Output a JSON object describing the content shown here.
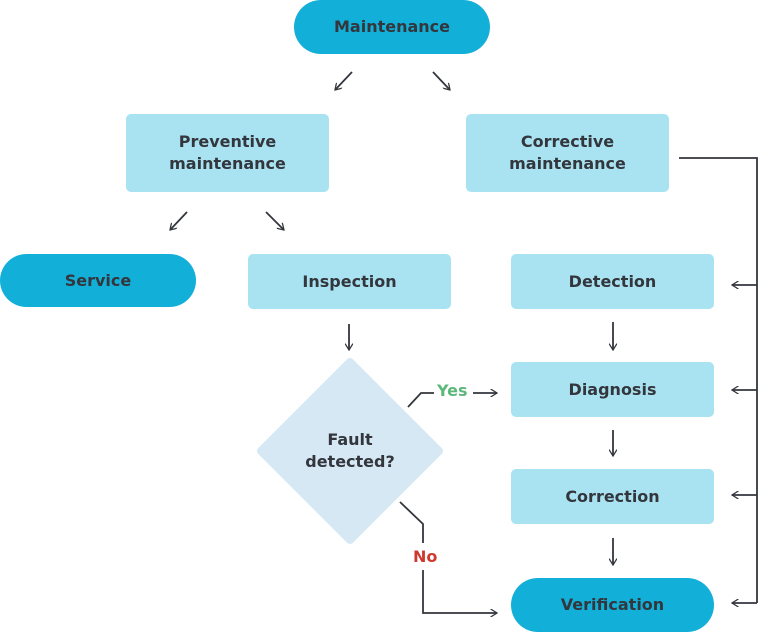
{
  "nodes": {
    "maintenance": "Maintenance",
    "preventive": "Preventive maintenance",
    "corrective": "Corrective maintenance",
    "service": "Service",
    "inspection": "Inspection",
    "detection": "Detection",
    "diagnosis": "Diagnosis",
    "correction": "Correction",
    "verification": "Verification",
    "decision": "Fault detected?"
  },
  "labels": {
    "yes": "Yes",
    "no": "No"
  },
  "colors": {
    "terminal": "#12b0d8",
    "process": "#a9e3f1",
    "decision": "#d6e8f4",
    "yes": "#5cb87a",
    "no": "#d03a2e",
    "line": "#33363d"
  }
}
